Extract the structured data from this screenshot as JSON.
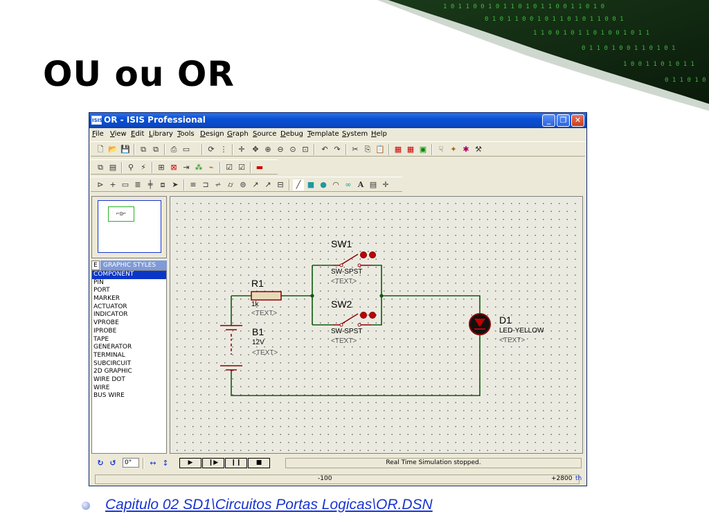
{
  "slide": {
    "title": "OU ou OR",
    "caption": "Capitulo 02 SD1\\Circuitos Portas Logicas\\OR.DSN"
  },
  "window": {
    "icon": "ISIS",
    "title": "OR - ISIS Professional",
    "minimize": "_",
    "restore": "❐",
    "close": "✕"
  },
  "menu": [
    "File",
    "View",
    "Edit",
    "Library",
    "Tools",
    "Design",
    "Graph",
    "Source",
    "Debug",
    "Template",
    "System",
    "Help"
  ],
  "selector": {
    "mode": "E",
    "heading": "GRAPHIC STYLES",
    "items": [
      "COMPONENT",
      "PIN",
      "PORT",
      "MARKER",
      "ACTUATOR",
      "INDICATOR",
      "VPROBE",
      "IPROBE",
      "TAPE",
      "GENERATOR",
      "TERMINAL",
      "SUBCIRCUIT",
      "2D GRAPHIC",
      "WIRE DOT",
      "WIRE",
      "BUS WIRE"
    ],
    "selected": "COMPONENT"
  },
  "schematic": {
    "sw1": {
      "ref": "SW1",
      "value": "SW-SPST",
      "text": "<TEXT>"
    },
    "sw2": {
      "ref": "SW2",
      "value": "SW-SPST",
      "text": "<TEXT>"
    },
    "r1": {
      "ref": "R1",
      "value": "1k",
      "text": "<TEXT>"
    },
    "b1": {
      "ref": "B1",
      "value": "12V",
      "text": "<TEXT>"
    },
    "d1": {
      "ref": "D1",
      "value": "LED-YELLOW",
      "text": "<TEXT>"
    },
    "colors": {
      "wire": "#0e5a0e",
      "component": "#8b0000",
      "body": "#e8d9b8"
    }
  },
  "controls": {
    "rotation": "0°",
    "sim_status": "Real Time Simulation stopped."
  },
  "status": {
    "x": "-100",
    "y": "+2800",
    "units": "th"
  }
}
